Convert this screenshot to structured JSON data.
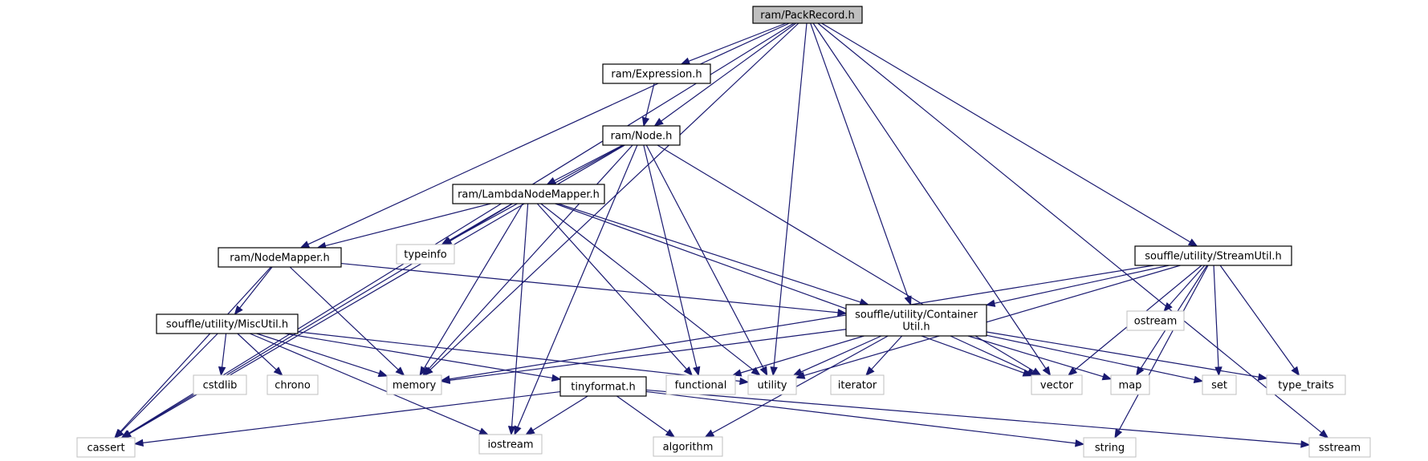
{
  "graph": {
    "nodes": [
      {
        "id": "packrecord",
        "label": "ram/PackRecord.h",
        "kind": "root"
      },
      {
        "id": "expression",
        "label": "ram/Expression.h",
        "kind": "file"
      },
      {
        "id": "node",
        "label": "ram/Node.h",
        "kind": "file"
      },
      {
        "id": "lambdanodemapper",
        "label": "ram/LambdaNodeMapper.h",
        "kind": "file"
      },
      {
        "id": "nodemapper",
        "label": "ram/NodeMapper.h",
        "kind": "file"
      },
      {
        "id": "miscutil",
        "label": "souffle/utility/MiscUtil.h",
        "kind": "file"
      },
      {
        "id": "streamutil",
        "label": "souffle/utility/StreamUtil.h",
        "kind": "file"
      },
      {
        "id": "containerutil",
        "label": "souffle/utility/Container",
        "label2": "Util.h",
        "kind": "file"
      },
      {
        "id": "tinyformat",
        "label": "tinyformat.h",
        "kind": "file"
      },
      {
        "id": "typeinfo",
        "label": "typeinfo",
        "kind": "sys"
      },
      {
        "id": "ostream",
        "label": "ostream",
        "kind": "sys"
      },
      {
        "id": "cstdlib",
        "label": "cstdlib",
        "kind": "sys"
      },
      {
        "id": "chrono",
        "label": "chrono",
        "kind": "sys"
      },
      {
        "id": "memory",
        "label": "memory",
        "kind": "sys"
      },
      {
        "id": "functional",
        "label": "functional",
        "kind": "sys"
      },
      {
        "id": "utility",
        "label": "utility",
        "kind": "sys"
      },
      {
        "id": "iterator",
        "label": "iterator",
        "kind": "sys"
      },
      {
        "id": "vector",
        "label": "vector",
        "kind": "sys"
      },
      {
        "id": "map",
        "label": "map",
        "kind": "sys"
      },
      {
        "id": "set",
        "label": "set",
        "kind": "sys"
      },
      {
        "id": "type_traits",
        "label": "type_traits",
        "kind": "sys"
      },
      {
        "id": "cassert",
        "label": "cassert",
        "kind": "sys"
      },
      {
        "id": "iostream",
        "label": "iostream",
        "kind": "sys"
      },
      {
        "id": "algorithm",
        "label": "algorithm",
        "kind": "sys"
      },
      {
        "id": "string",
        "label": "string",
        "kind": "sys"
      },
      {
        "id": "sstream",
        "label": "sstream",
        "kind": "sys"
      }
    ],
    "edges": [
      [
        "packrecord",
        "expression"
      ],
      [
        "packrecord",
        "node"
      ],
      [
        "packrecord",
        "nodemapper"
      ],
      [
        "packrecord",
        "containerutil"
      ],
      [
        "packrecord",
        "streamutil"
      ],
      [
        "packrecord",
        "cassert"
      ],
      [
        "packrecord",
        "memory"
      ],
      [
        "packrecord",
        "utility"
      ],
      [
        "packrecord",
        "vector"
      ],
      [
        "packrecord",
        "sstream"
      ],
      [
        "expression",
        "node"
      ],
      [
        "node",
        "lambdanodemapper"
      ],
      [
        "node",
        "typeinfo"
      ],
      [
        "node",
        "memory"
      ],
      [
        "node",
        "cassert"
      ],
      [
        "node",
        "functional"
      ],
      [
        "node",
        "utility"
      ],
      [
        "node",
        "iostream"
      ],
      [
        "node",
        "vector"
      ],
      [
        "lambdanodemapper",
        "nodemapper"
      ],
      [
        "lambdanodemapper",
        "typeinfo"
      ],
      [
        "lambdanodemapper",
        "containerutil"
      ],
      [
        "lambdanodemapper",
        "cassert"
      ],
      [
        "lambdanodemapper",
        "memory"
      ],
      [
        "lambdanodemapper",
        "iostream"
      ],
      [
        "lambdanodemapper",
        "functional"
      ],
      [
        "lambdanodemapper",
        "utility"
      ],
      [
        "lambdanodemapper",
        "vector"
      ],
      [
        "nodemapper",
        "miscutil"
      ],
      [
        "nodemapper",
        "containerutil"
      ],
      [
        "nodemapper",
        "memory"
      ],
      [
        "nodemapper",
        "cassert"
      ],
      [
        "miscutil",
        "cstdlib"
      ],
      [
        "miscutil",
        "chrono"
      ],
      [
        "miscutil",
        "memory"
      ],
      [
        "miscutil",
        "tinyformat"
      ],
      [
        "miscutil",
        "utility"
      ],
      [
        "miscutil",
        "cassert"
      ],
      [
        "miscutil",
        "iostream"
      ],
      [
        "streamutil",
        "containerutil"
      ],
      [
        "streamutil",
        "ostream"
      ],
      [
        "streamutil",
        "memory"
      ],
      [
        "streamutil",
        "utility"
      ],
      [
        "streamutil",
        "vector"
      ],
      [
        "streamutil",
        "map"
      ],
      [
        "streamutil",
        "set"
      ],
      [
        "streamutil",
        "type_traits"
      ],
      [
        "streamutil",
        "string"
      ],
      [
        "containerutil",
        "memory"
      ],
      [
        "containerutil",
        "functional"
      ],
      [
        "containerutil",
        "utility"
      ],
      [
        "containerutil",
        "iterator"
      ],
      [
        "containerutil",
        "vector"
      ],
      [
        "containerutil",
        "map"
      ],
      [
        "containerutil",
        "set"
      ],
      [
        "containerutil",
        "type_traits"
      ],
      [
        "containerutil",
        "algorithm"
      ],
      [
        "tinyformat",
        "cassert"
      ],
      [
        "tinyformat",
        "iostream"
      ],
      [
        "tinyformat",
        "algorithm"
      ],
      [
        "tinyformat",
        "string"
      ],
      [
        "tinyformat",
        "sstream"
      ]
    ]
  }
}
